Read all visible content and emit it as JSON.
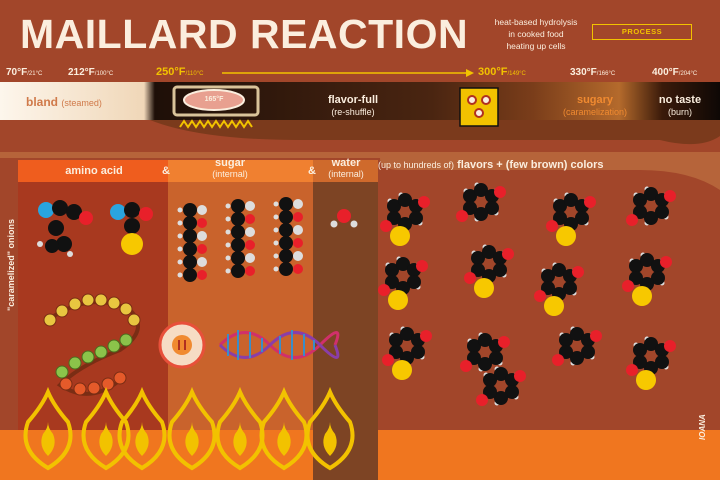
{
  "header": {
    "title": "MAILLARD REACTION",
    "subtitle_lines": [
      "heat-based hydrolysis",
      "in cooked food",
      "heating up cells"
    ],
    "process_label": "PROCESS"
  },
  "temperatures": [
    {
      "main": "70°F",
      "sub": "/21°C"
    },
    {
      "main": "212°F",
      "sub": "/100°C"
    },
    {
      "main": "250°F",
      "sub": "/110°C"
    },
    {
      "main": "300°F",
      "sub": "/149°C"
    },
    {
      "main": "330°F",
      "sub": "/166°C"
    },
    {
      "main": "400°F",
      "sub": "/204°C"
    }
  ],
  "stages": [
    {
      "label": "bland",
      "sub": "(steamed)"
    },
    {
      "label": "flavor-full",
      "sub": "(re-shuffle)"
    },
    {
      "label": "sugary",
      "sub": "(caramelization)"
    },
    {
      "label": "no taste",
      "sub": "(burn)"
    }
  ],
  "pan_label": "165°F",
  "columns": {
    "amino": "amino acid",
    "amp1": "&",
    "sugar": "sugar",
    "sugar_sub": "(internal)",
    "amp2": "&",
    "water": "water",
    "water_sub": "(internal)",
    "products_prefix": "(up to hundreds of)",
    "products_main": "flavors + (few brown) colors"
  },
  "sidebar_label": "\"caramelized\" onions",
  "brand": "IOANA",
  "colors": {
    "background": "#a2462a",
    "accent": "#f2c200",
    "carbon": "#111111",
    "oxygen": "#e8202a",
    "nitrogen": "#2aa4de",
    "sulfur": "#f7c800",
    "hydrogen": "#dddddd"
  }
}
